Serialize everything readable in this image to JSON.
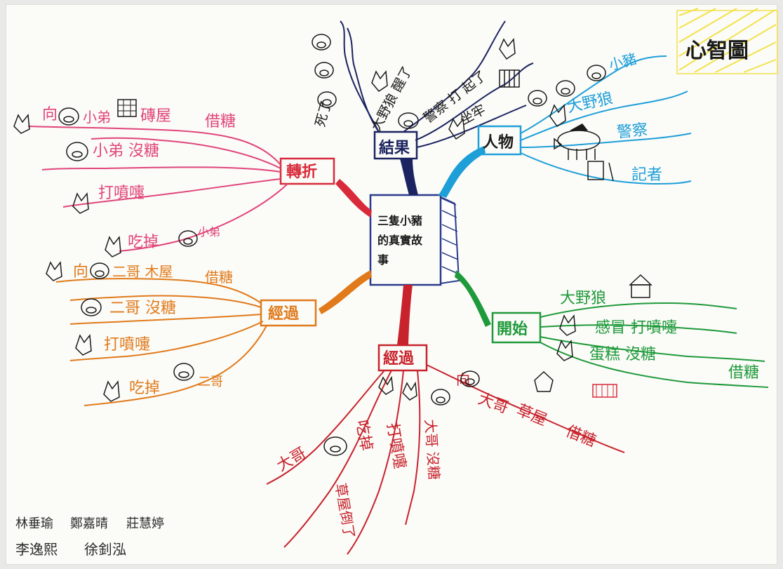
{
  "title": "心智圖",
  "center": {
    "lines": [
      "三隻小豬",
      "的真實故",
      "事"
    ]
  },
  "branches": {
    "ending": {
      "label": "結果",
      "color": "#1b2460",
      "items": [
        {
          "text": "死了"
        },
        {
          "text": "大野狼 醒了"
        },
        {
          "text": "警察 打 起了"
        },
        {
          "text": "坐牢"
        }
      ]
    },
    "characters": {
      "label": "人物",
      "color": "#1e9fd8",
      "items": [
        {
          "text": "小豬"
        },
        {
          "text": "大野狼"
        },
        {
          "text": "警察"
        },
        {
          "text": "記者"
        }
      ]
    },
    "turning": {
      "label": "轉折",
      "color": "#e0457a",
      "items": [
        {
          "text": "向"
        },
        {
          "text": "小弟"
        },
        {
          "text": "磚屋"
        },
        {
          "text": "借糖"
        },
        {
          "text": "小弟 沒糖"
        },
        {
          "text": "打噴嚏"
        },
        {
          "text": "吃掉"
        },
        {
          "text": "小弟"
        }
      ]
    },
    "process_orange": {
      "label": "經過",
      "color": "#e07a1a",
      "items": [
        {
          "text": "向"
        },
        {
          "text": "二哥 木屋"
        },
        {
          "text": "借糖"
        },
        {
          "text": "二哥 沒糖"
        },
        {
          "text": "打噴嚏"
        },
        {
          "text": "吃掉"
        },
        {
          "text": "二哥"
        }
      ]
    },
    "beginning": {
      "label": "開始",
      "color": "#1f9a3a",
      "items": [
        {
          "text": "大野狼"
        },
        {
          "text": "感冒 打噴嚏"
        },
        {
          "text": "蛋糕 沒糖"
        },
        {
          "text": "借糖"
        }
      ]
    },
    "process_red": {
      "label": "經過",
      "color": "#c8232c",
      "items": [
        {
          "text": "向"
        },
        {
          "text": "大哥"
        },
        {
          "text": "草屋"
        },
        {
          "text": "借糖"
        },
        {
          "text": "吃掉"
        },
        {
          "text": "打噴嚏"
        },
        {
          "text": "大哥 沒糖"
        },
        {
          "text": "大哥"
        },
        {
          "text": "草屋倒了"
        }
      ]
    }
  },
  "authors": [
    "林垂瑜",
    "鄭嘉晴",
    "莊慧婷",
    "李逸熙",
    "徐釗泓"
  ],
  "colors": {
    "center_border": "#2a3a8c",
    "ink": "#1a1a1a",
    "corner_yellow": "#f3e24a"
  }
}
